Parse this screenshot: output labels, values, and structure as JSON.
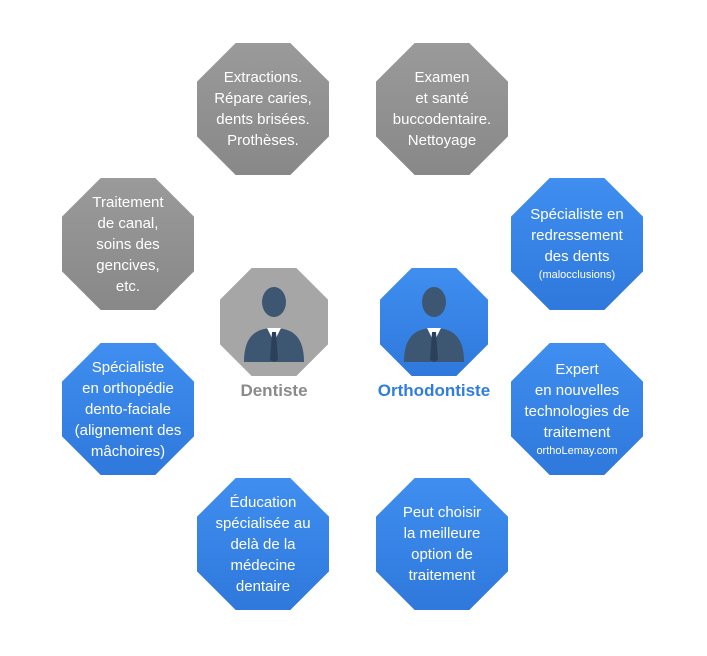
{
  "colors": {
    "gray": "#8f8f8f",
    "blue": "#3583e8",
    "silhouette": "#3d5773",
    "label_gray": "#8a8a8a",
    "label_blue": "#2f7de0"
  },
  "center": {
    "dentist_label": "Dentiste",
    "orthodontist_label": "Orthodontiste",
    "dentist_icon": "person-icon",
    "orthodontist_icon": "person-icon"
  },
  "nodes": {
    "top_left": {
      "lines": [
        "Extractions.",
        "Répare caries,",
        "dents brisées.",
        "Prothèses."
      ]
    },
    "top_right": {
      "lines": [
        "Examen",
        "et santé",
        "buccodentaire.",
        "Nettoyage"
      ]
    },
    "left_upper": {
      "lines": [
        "Traitement",
        "de canal,",
        "soins des",
        "gencives,",
        "etc."
      ]
    },
    "right_upper": {
      "lines": [
        "Spécialiste en",
        "redressement",
        "des dents"
      ],
      "small": "(malocclusions)"
    },
    "left_lower": {
      "lines": [
        "Spécialiste",
        "en orthopédie",
        "dento-faciale",
        "(alignement des",
        "mâchoires)"
      ]
    },
    "right_lower": {
      "lines": [
        "Expert",
        "en nouvelles",
        "technologies de",
        "traitement"
      ],
      "small": "orthoLemay.com"
    },
    "bottom_left": {
      "lines": [
        "Éducation",
        "spécialisée au",
        "delà de la",
        "médecine",
        "dentaire"
      ]
    },
    "bottom_right": {
      "lines": [
        "Peut choisir",
        "la meilleure",
        "option de",
        "traitement"
      ]
    }
  }
}
